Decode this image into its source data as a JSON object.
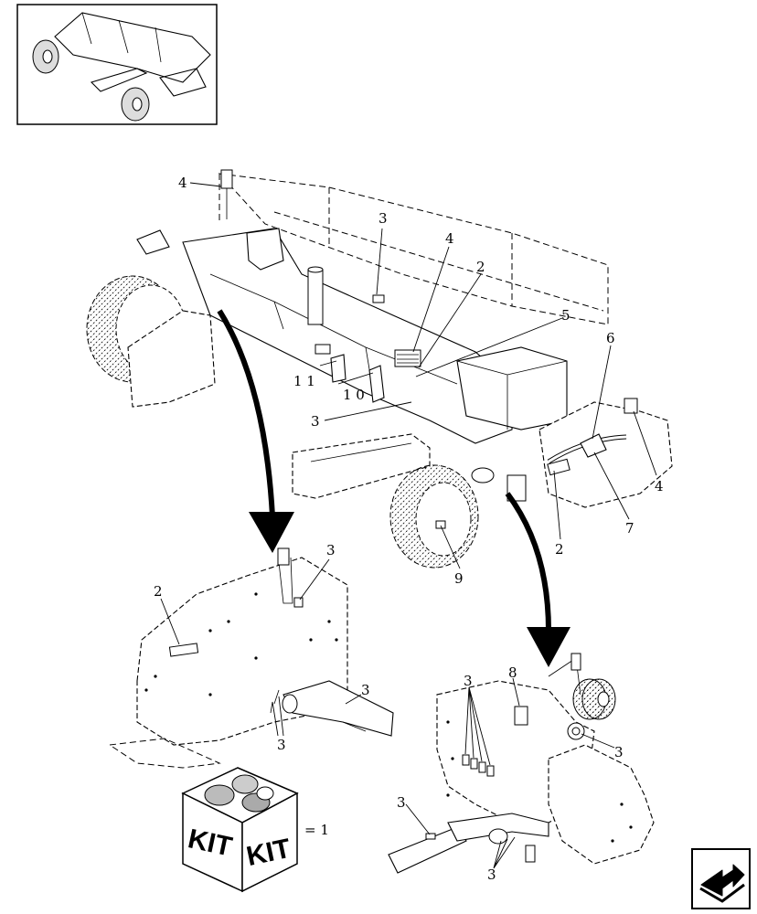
{
  "callouts": {
    "main": [
      {
        "id": "c-4-top",
        "text": "4"
      },
      {
        "id": "c-3-top",
        "text": "3"
      },
      {
        "id": "c-4-mid",
        "text": "4"
      },
      {
        "id": "c-2-mid",
        "text": "2"
      },
      {
        "id": "c-5",
        "text": "5"
      },
      {
        "id": "c-6",
        "text": "6"
      },
      {
        "id": "c-11",
        "text": "1 1"
      },
      {
        "id": "c-10",
        "text": "1 0"
      },
      {
        "id": "c-3-left",
        "text": "3"
      },
      {
        "id": "c-4-right",
        "text": "4"
      },
      {
        "id": "c-7",
        "text": "7"
      },
      {
        "id": "c-2-low",
        "text": "2"
      },
      {
        "id": "c-9",
        "text": "9"
      }
    ],
    "detail_left": [
      {
        "id": "d1-3-top",
        "text": "3"
      },
      {
        "id": "d1-2",
        "text": "2"
      },
      {
        "id": "d1-3-right",
        "text": "3"
      },
      {
        "id": "d1-3-bottom",
        "text": "3"
      }
    ],
    "detail_right": [
      {
        "id": "d2-3-top",
        "text": "3"
      },
      {
        "id": "d2-8",
        "text": "8"
      },
      {
        "id": "d2-3-right",
        "text": "3"
      },
      {
        "id": "d2-3-left",
        "text": "3"
      },
      {
        "id": "d2-3-bottom",
        "text": "3"
      }
    ]
  },
  "kit": {
    "label_left": "KIT",
    "label_right": "KIT",
    "quantity": "= 1"
  },
  "nav": {
    "icon": "arrow-next-icon"
  }
}
